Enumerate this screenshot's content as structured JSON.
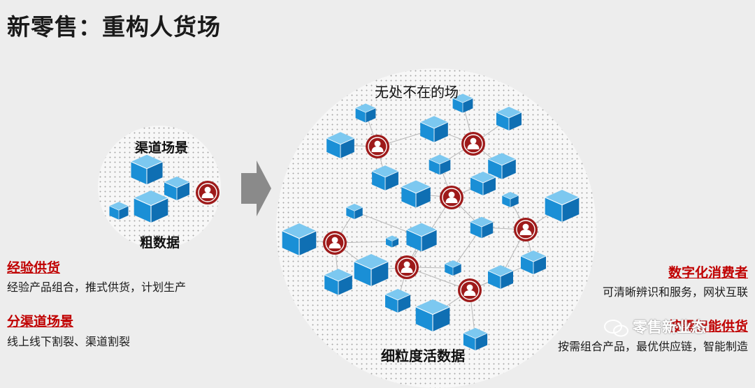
{
  "title": "新零售：重构人货场",
  "small_circle": {
    "top_label": "渠道场景",
    "bottom_label": "粗数据"
  },
  "big_circle": {
    "top_label": "无处不在的场",
    "bottom_label": "细粒度活数据"
  },
  "left_items": [
    {
      "heading": "经验供货",
      "text": "经验产品组合，推式供货，计划生产"
    },
    {
      "heading": "分渠道场景",
      "text": "线上线下割裂、渠道割裂"
    }
  ],
  "right_items": [
    {
      "heading": "数字化消费者",
      "text": "可清晰辨识和服务，网状互联"
    },
    {
      "heading": "按需智能供货",
      "text": "按需组合产品，最优供应链，智能制造"
    }
  ],
  "watermark": "零售新业态",
  "colors": {
    "heading_red": "#c00000",
    "box_blue": "#1a8fd6",
    "person_red": "#9e1a1a",
    "arrow_gray": "#8a8a8a"
  },
  "icons": [
    "box-icon",
    "person-icon",
    "arrow-right-icon",
    "wechat-icon"
  ]
}
